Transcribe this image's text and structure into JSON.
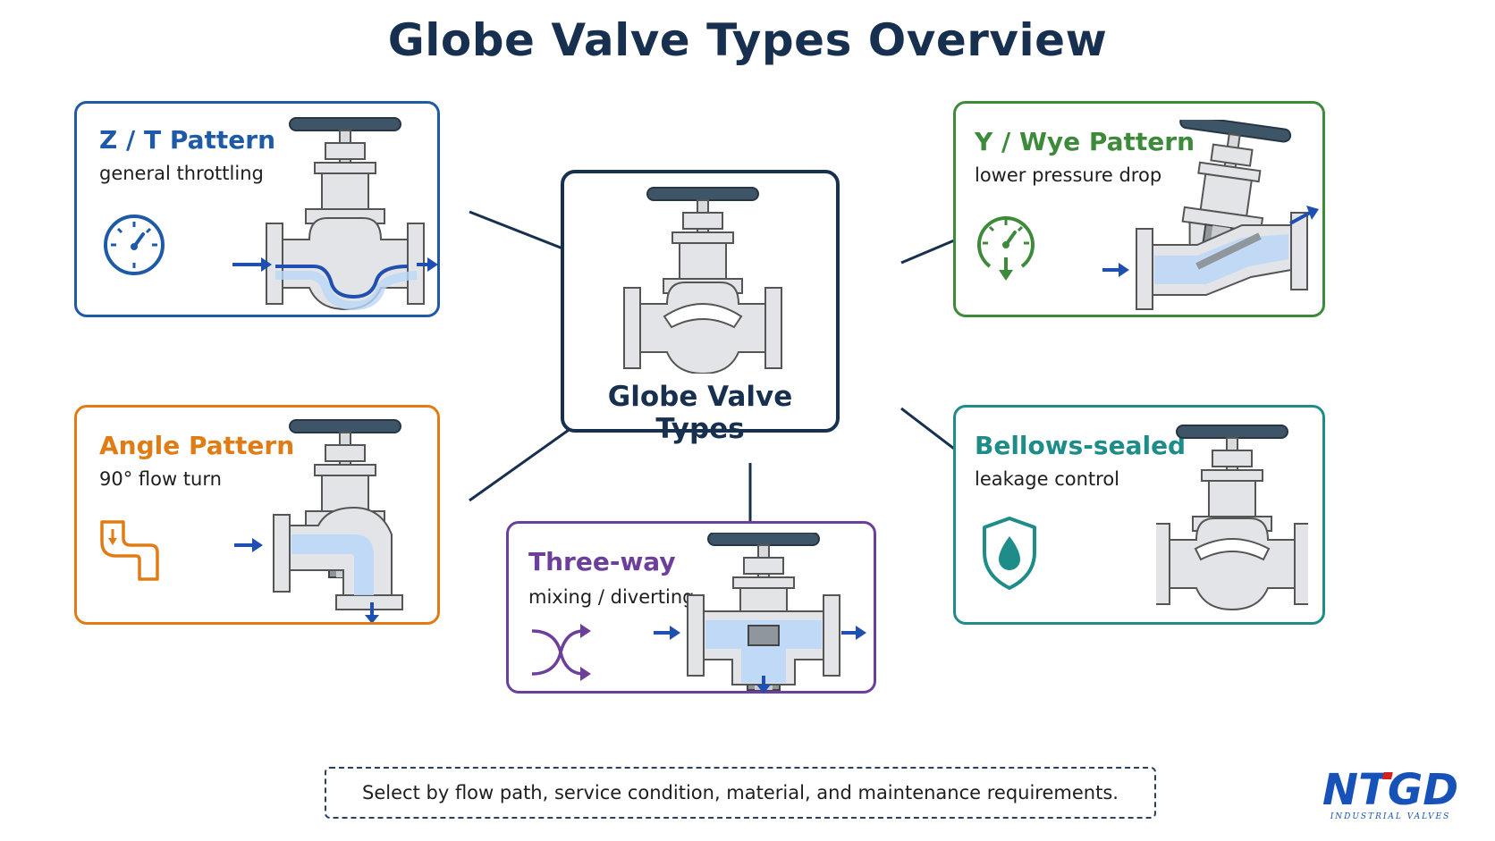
{
  "title": "Globe Valve Types Overview",
  "center": {
    "label": "Globe Valve Types"
  },
  "cards": [
    {
      "id": "zt",
      "title": "Z / T Pattern",
      "subtitle": "general throttling",
      "color": "#1f5aa6",
      "icon": "pressure-gauge-icon"
    },
    {
      "id": "y",
      "title": "Y / Wye Pattern",
      "subtitle": "lower pressure drop",
      "color": "#3c8a3a",
      "icon": "gauge-down-arrow-icon"
    },
    {
      "id": "angle",
      "title": "Angle Pattern",
      "subtitle": "90° flow turn",
      "color": "#e07c16",
      "icon": "angle-flow-icon"
    },
    {
      "id": "threeway",
      "title": "Three-way",
      "subtitle": "mixing / diverting",
      "color": "#6b3f9a",
      "icon": "crossing-arrows-icon"
    },
    {
      "id": "bellows",
      "title": "Bellows-sealed",
      "subtitle": "leakage control",
      "color": "#1e8c88",
      "icon": "shield-drop-icon"
    }
  ],
  "footer": {
    "note": "Select by flow path, service condition, material, and maintenance requirements."
  },
  "brand": {
    "logo_text": "NTGD",
    "tagline": "INDUSTRIAL VALVES",
    "color": "#1752b8",
    "accent": "#d62020"
  },
  "colors": {
    "navy": "#17304f",
    "flow_arrow": "#1f4fb0",
    "flow_fill": "#bcd7f7",
    "metal": "#e2e4e7"
  }
}
